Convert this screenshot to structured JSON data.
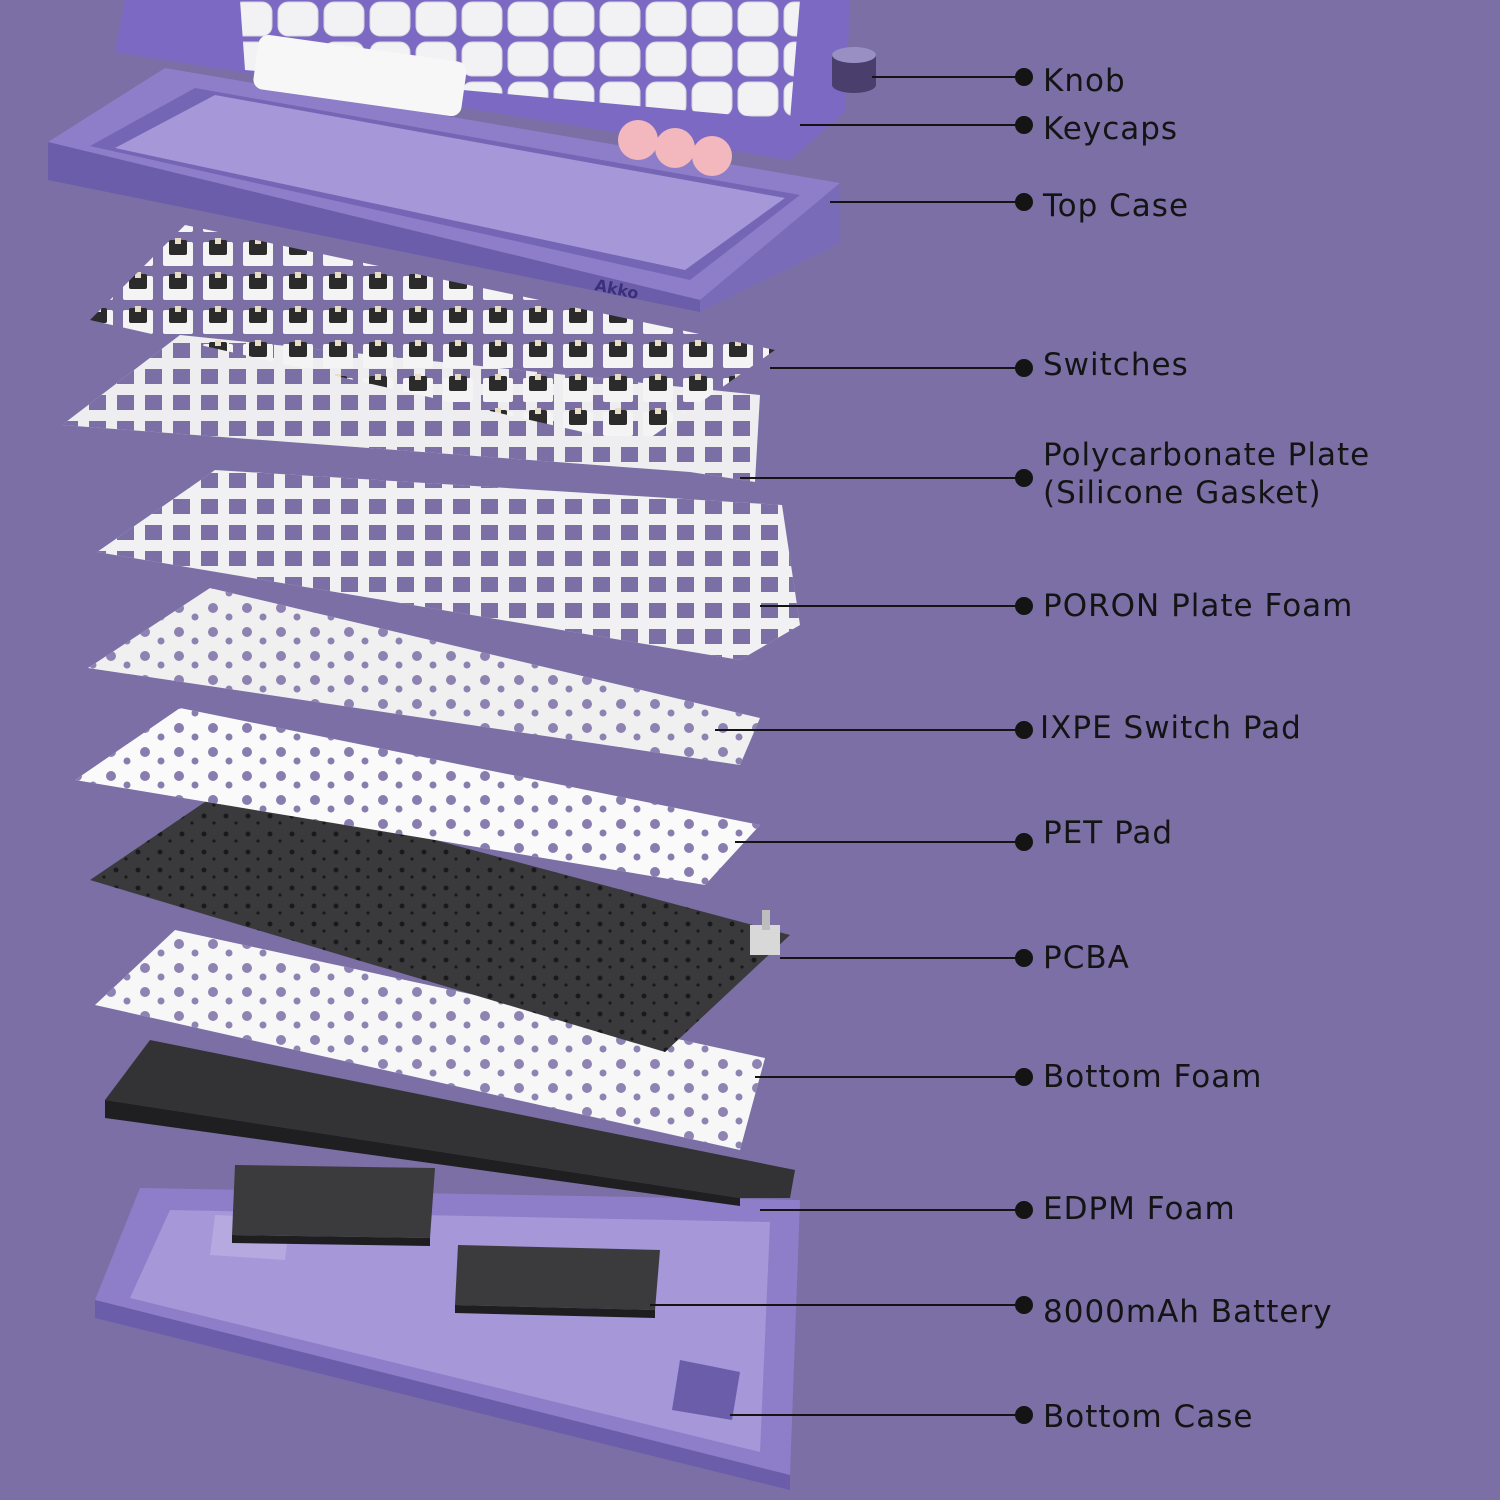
{
  "brand": {
    "logo_text": "Akko"
  },
  "colors": {
    "background": "#7b6fa6",
    "case_purple": "#8e7ec9",
    "case_purple_dark": "#6c5daa",
    "case_purple_light": "#a597d8",
    "plate_white": "#f1f1f3",
    "foam_white": "#f7f7f8",
    "pcb_dark": "#3a3a3c",
    "foam_dark": "#2f2f31",
    "keycap_white": "#f2f2f4",
    "keycap_purple": "#7c69c3",
    "keycap_pink": "#f2b8bd",
    "switch_white": "#f4f4f4",
    "switch_black": "#2b2b2b",
    "leader_line": "#141414"
  },
  "components": [
    {
      "id": "knob",
      "label": "Knob"
    },
    {
      "id": "keycaps",
      "label": "Keycaps"
    },
    {
      "id": "top-case",
      "label": "Top Case"
    },
    {
      "id": "switches",
      "label": "Switches"
    },
    {
      "id": "polycarbonate-plate",
      "label": "Polycarbonate Plate",
      "label2": "(Silicone Gasket)"
    },
    {
      "id": "poron-plate-foam",
      "label": "PORON Plate Foam"
    },
    {
      "id": "ixpe-switch-pad",
      "label": "IXPE Switch Pad"
    },
    {
      "id": "pet-pad",
      "label": "PET Pad"
    },
    {
      "id": "pcba",
      "label": "PCBA"
    },
    {
      "id": "bottom-foam",
      "label": "Bottom Foam"
    },
    {
      "id": "edpm-foam",
      "label": "EDPM Foam"
    },
    {
      "id": "battery",
      "label": "8000mAh Battery"
    },
    {
      "id": "bottom-case",
      "label": "Bottom Case"
    }
  ]
}
